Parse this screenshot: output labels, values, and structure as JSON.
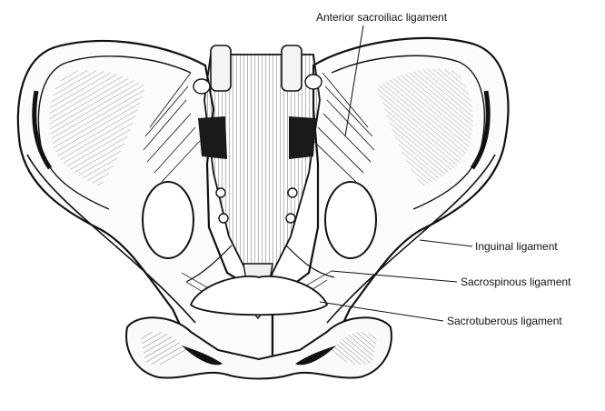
{
  "figure": {
    "labels": {
      "anterior_sacroiliac": "Anterior sacroiliac ligament",
      "inguinal": "Inguinal ligament",
      "sacrospinous": "Sacrospinous ligament",
      "sacrotuberous": "Sacrotuberous ligament"
    }
  }
}
